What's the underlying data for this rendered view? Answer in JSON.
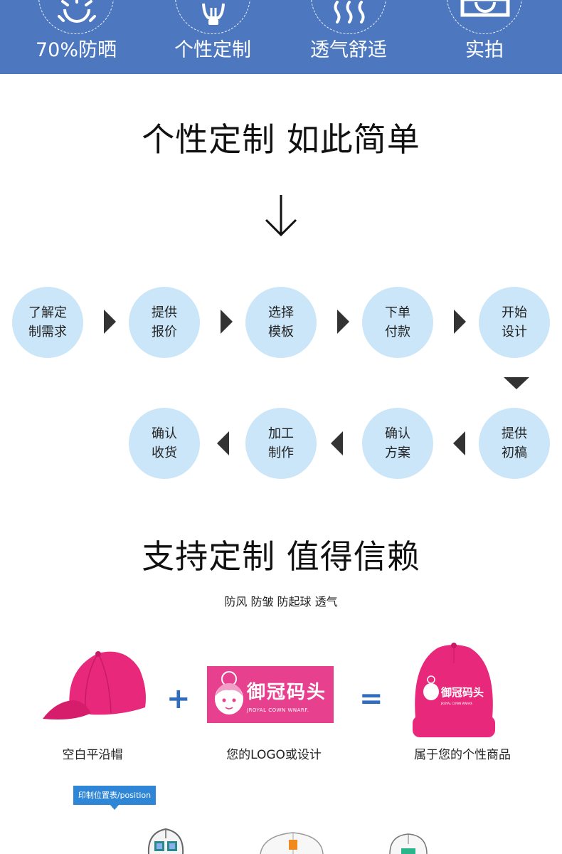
{
  "features": [
    {
      "label": "70%防晒",
      "icon": "sun-icon"
    },
    {
      "label": "个性定制",
      "icon": "lightbulb-icon"
    },
    {
      "label": "透气舒适",
      "icon": "airflow-icon"
    },
    {
      "label": "实拍",
      "icon": "camera-icon"
    }
  ],
  "process": {
    "title": "个性定制 如此简单",
    "row1": [
      {
        "line1": "了解定",
        "line2": "制需求"
      },
      {
        "line1": "提供",
        "line2": "报价"
      },
      {
        "line1": "选择",
        "line2": "模板"
      },
      {
        "line1": "下单",
        "line2": "付款"
      },
      {
        "line1": "开始",
        "line2": "设计"
      }
    ],
    "row2": [
      {
        "line1": "确认",
        "line2": "收货"
      },
      {
        "line1": "加工",
        "line2": "制作"
      },
      {
        "line1": "确认",
        "line2": "方案"
      },
      {
        "line1": "提供",
        "line2": "初稿"
      }
    ]
  },
  "trust": {
    "title": "支持定制 值得信赖",
    "subtitle": "防风 防皱 防起球 透气"
  },
  "products": {
    "blank_cap": "空白平沿帽",
    "logo_design": "您的LOGO或设计",
    "custom_product": "属于您的个性商品",
    "plus": "+",
    "equals": "=",
    "logo_brand": "御冠码头",
    "logo_sub": "JROYAL COWN WNARF."
  },
  "position_tag": "印制位置表/position",
  "colors": {
    "band": "#4d78bf",
    "step_circle": "#cbe6f8",
    "operator": "#2e6dbf",
    "cap_pink": "#e8287a",
    "tag_blue": "#2f86d6"
  }
}
